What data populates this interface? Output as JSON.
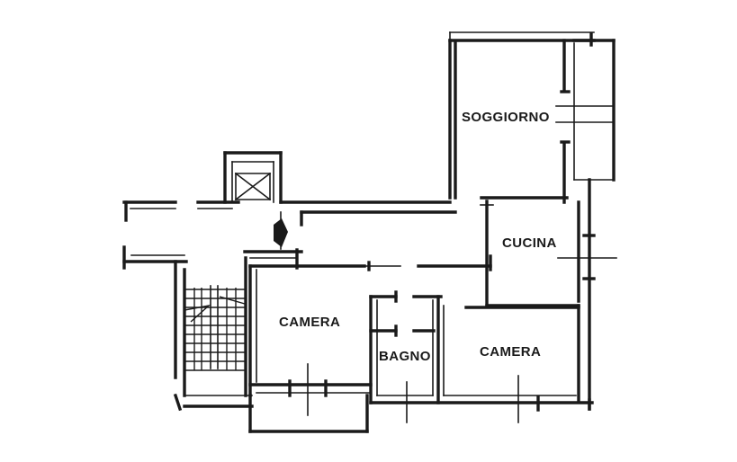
{
  "rooms": {
    "living": "SOGGIORNO",
    "kitchen": "CUCINA",
    "bedroom_1": "CAMERA",
    "bathroom": "BAGNO",
    "bedroom_2": "CAMERA"
  }
}
